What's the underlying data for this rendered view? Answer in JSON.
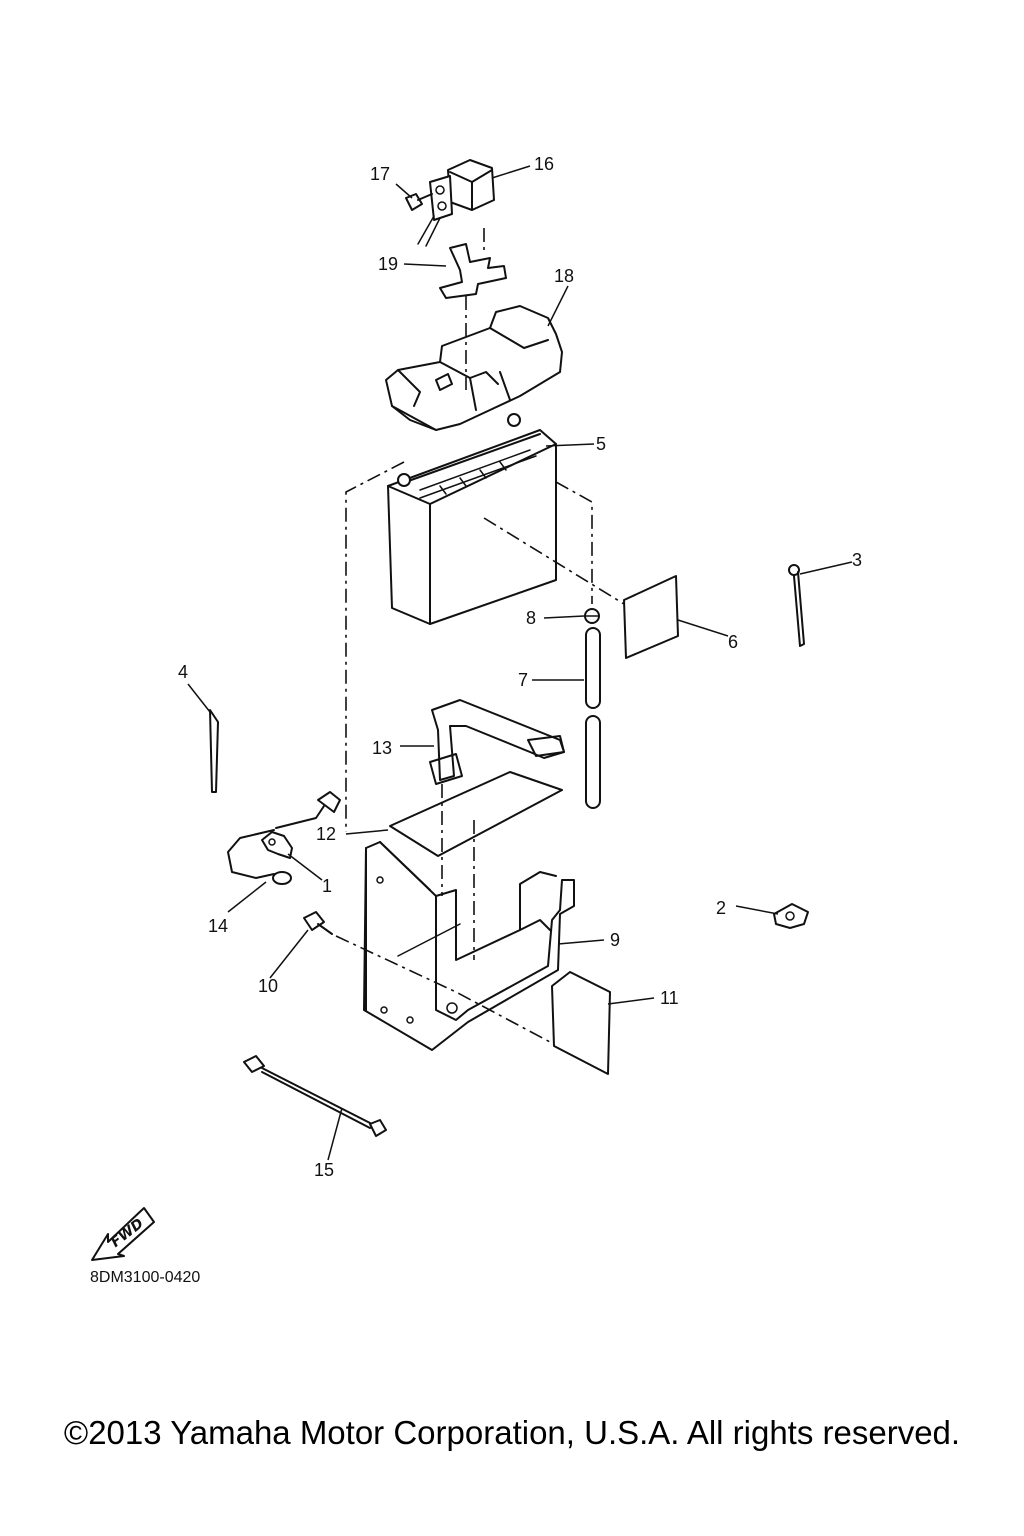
{
  "diagram": {
    "code": "8DM3100-0420",
    "fwd_label": "FWD",
    "callouts": {
      "c1": "1",
      "c2": "2",
      "c3": "3",
      "c4": "4",
      "c5": "5",
      "c6": "6",
      "c7": "7",
      "c8": "8",
      "c9": "9",
      "c10": "10",
      "c11": "11",
      "c12": "12",
      "c13": "13",
      "c14": "14",
      "c15": "15",
      "c16": "16",
      "c17": "17",
      "c18": "18",
      "c19": "19"
    }
  },
  "footer": {
    "copyright": "©2013 Yamaha Motor Corporation, U.S.A. All rights reserved."
  }
}
